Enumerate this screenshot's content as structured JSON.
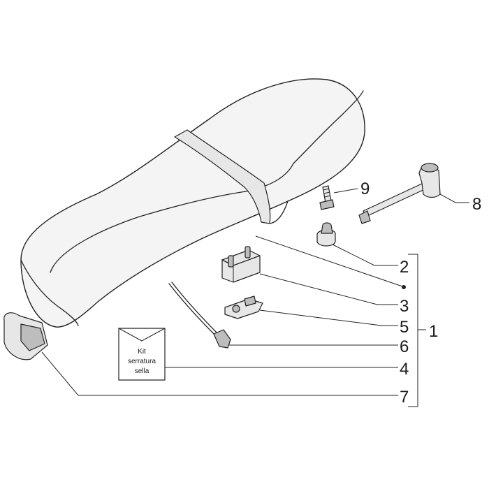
{
  "kit_box": {
    "line1": "Kit",
    "line2": "serratura",
    "line3": "sella"
  },
  "callouts": {
    "c1": "1",
    "c2": "2",
    "c3": "3",
    "c4": "4",
    "c5": "5",
    "c6": "6",
    "c7": "7",
    "c8": "8",
    "c9": "9"
  }
}
